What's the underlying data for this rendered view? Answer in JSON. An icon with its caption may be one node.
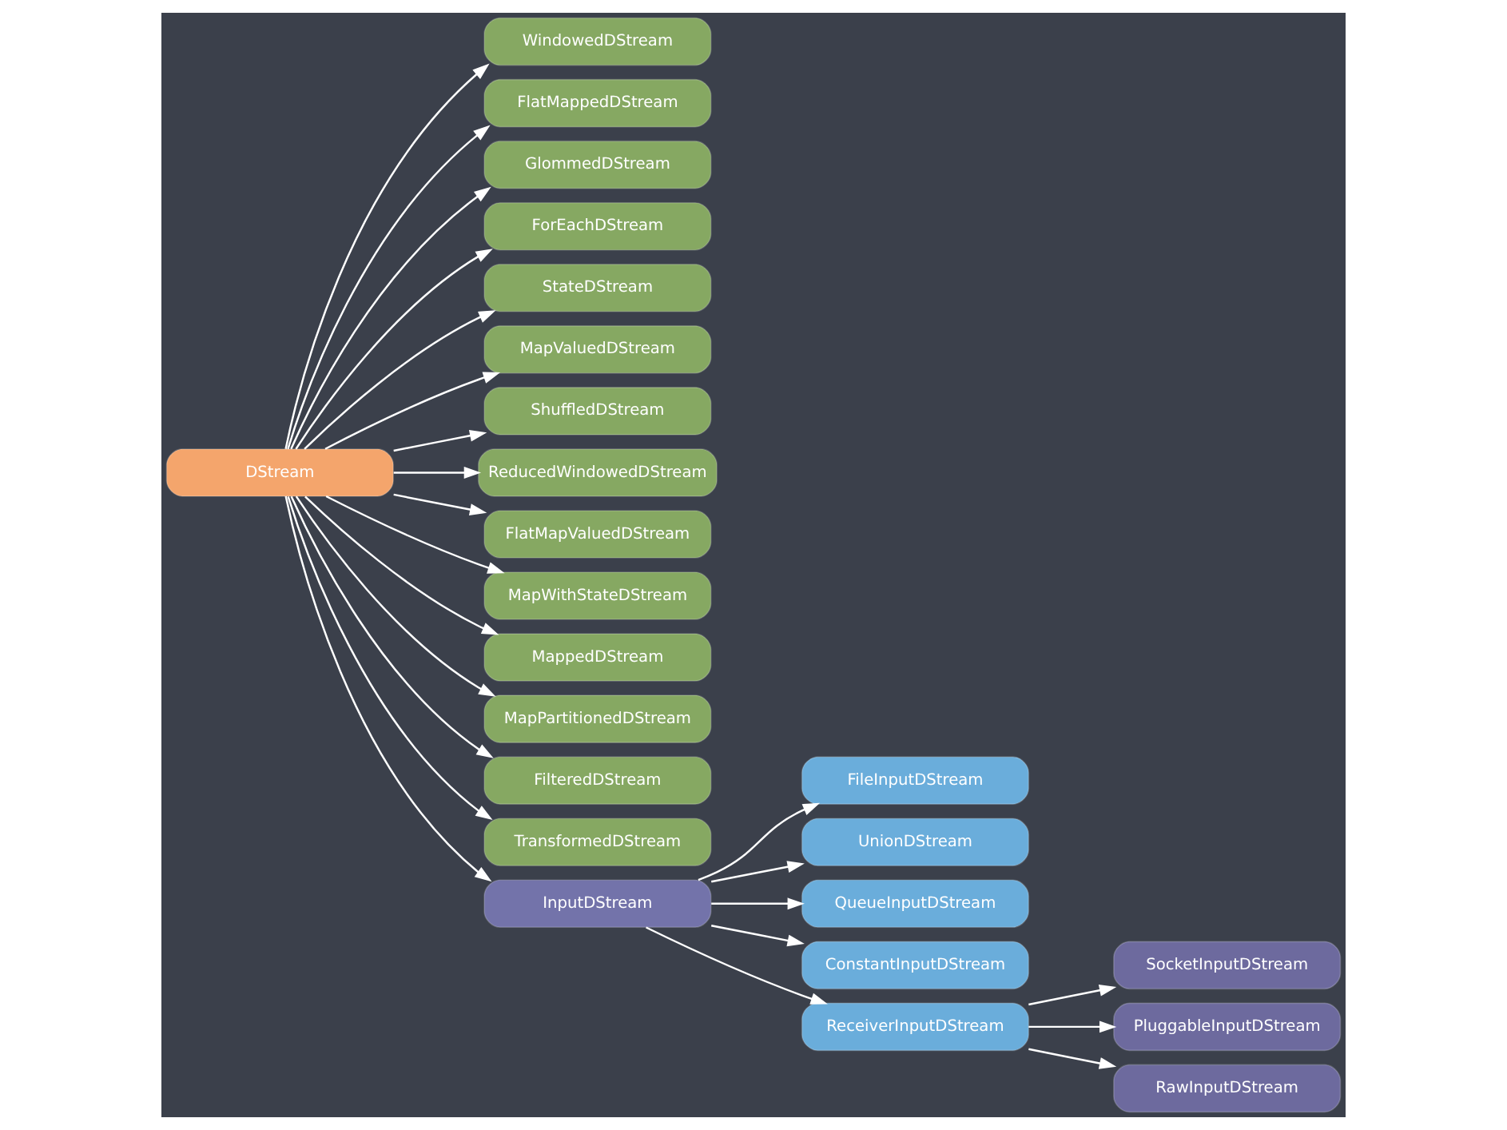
{
  "diagram": {
    "nodes": [
      {
        "text": [
          "DStream"
        ]
      },
      {
        "text": [
          "WindowedDStream"
        ]
      },
      {
        "text": [
          "FlatMappedDStream"
        ]
      },
      {
        "text": [
          "GlommedDStream"
        ]
      },
      {
        "text": [
          "ForEachDStream"
        ]
      },
      {
        "text": [
          "StateDStream"
        ]
      },
      {
        "text": [
          "MapValuedDStream"
        ]
      },
      {
        "text": [
          "ShuffledDStream"
        ]
      },
      {
        "text": [
          "ReducedWindowedDStream"
        ]
      },
      {
        "text": [
          "FlatMapValuedDStream"
        ]
      },
      {
        "text": [
          "MapWithStateDStream"
        ]
      },
      {
        "text": [
          "MappedDStream"
        ]
      },
      {
        "text": [
          "MapPartitionedDStream"
        ]
      },
      {
        "text": [
          "FilteredDStream"
        ]
      },
      {
        "text": [
          "TransformedDStream"
        ]
      },
      {
        "text": [
          "InputDStream"
        ]
      },
      {
        "text": [
          "FileInputDStream"
        ]
      },
      {
        "text": [
          "UnionDStream"
        ]
      },
      {
        "text": [
          "QueueInputDStream"
        ]
      },
      {
        "text": [
          "ConstantInputDStream"
        ]
      },
      {
        "text": [
          "ReceiverInputDStream"
        ]
      },
      {
        "text": [
          "SocketInputDStream"
        ]
      },
      {
        "text": [
          "PluggableInputDStream"
        ]
      },
      {
        "text": [
          "RawInputDStream"
        ]
      }
    ],
    "edges": [
      {
        "from": 0,
        "to": 1,
        "arrow": "to"
      },
      {
        "from": 0,
        "to": 2,
        "arrow": "to"
      },
      {
        "from": 0,
        "to": 3,
        "arrow": "to"
      },
      {
        "from": 0,
        "to": 4,
        "arrow": "to"
      },
      {
        "from": 0,
        "to": 5,
        "arrow": "to"
      },
      {
        "from": 0,
        "to": 6,
        "arrow": "to"
      },
      {
        "from": 0,
        "to": 7,
        "arrow": "to"
      },
      {
        "from": 0,
        "to": 8,
        "arrow": "to"
      },
      {
        "from": 0,
        "to": 9,
        "arrow": "to"
      },
      {
        "from": 0,
        "to": 10,
        "arrow": "to"
      },
      {
        "from": 0,
        "to": 11,
        "arrow": "to"
      },
      {
        "from": 0,
        "to": 12,
        "arrow": "to"
      },
      {
        "from": 0,
        "to": 13,
        "arrow": "to"
      },
      {
        "from": 0,
        "to": 14,
        "arrow": "to"
      },
      {
        "from": 0,
        "to": 15,
        "arrow": "to"
      },
      {
        "from": 15,
        "to": 16,
        "arrow": "to"
      },
      {
        "from": 15,
        "to": 17,
        "arrow": "to"
      },
      {
        "from": 15,
        "to": 18,
        "arrow": "to"
      },
      {
        "from": 15,
        "to": 19,
        "arrow": "to"
      },
      {
        "from": 15,
        "to": 20,
        "arrow": "to"
      },
      {
        "from": 20,
        "to": 21,
        "arrow": "to"
      },
      {
        "from": 20,
        "to": 22,
        "arrow": "to"
      },
      {
        "from": 20,
        "to": 23,
        "arrow": "to"
      }
    ]
  }
}
